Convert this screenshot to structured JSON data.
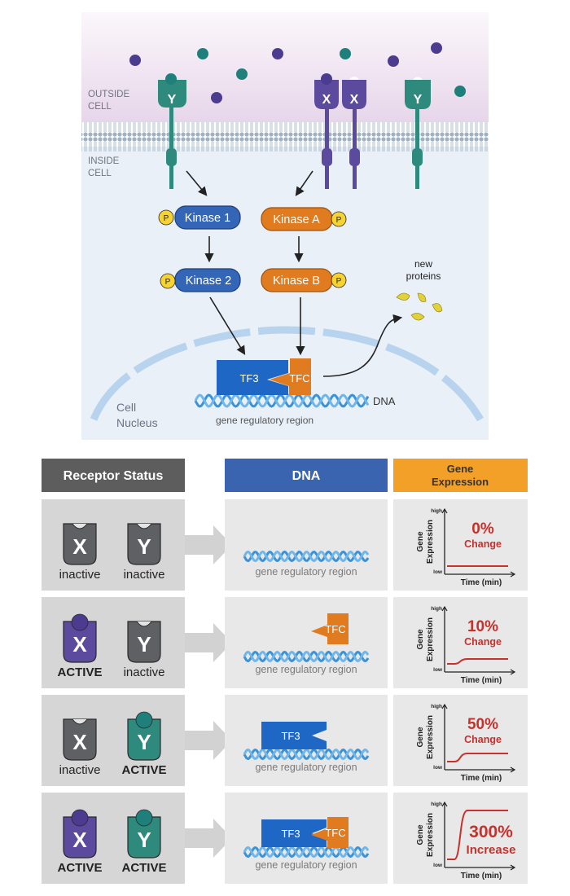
{
  "diagram": {
    "outside_cell": [
      "OUTSIDE",
      "CELL"
    ],
    "inside_cell": [
      "INSIDE",
      "CELL"
    ],
    "receptors": [
      "Y",
      "X",
      "X",
      "Y"
    ],
    "kinase1": "Kinase 1",
    "kinase2": "Kinase 2",
    "kinaseA": "Kinase A",
    "kinaseB": "Kinase B",
    "phospho": "P",
    "tf3": "TF3",
    "tfc": "TFC",
    "dna_label": "DNA",
    "regulatory": "gene regulatory region",
    "nucleus": [
      "Cell",
      "Nucleus"
    ],
    "new_proteins": [
      "new",
      "proteins"
    ]
  },
  "table": {
    "headers": {
      "receptor": "Receptor Status",
      "dna": "DNA",
      "gene": [
        "Gene",
        "Expression"
      ]
    },
    "graph_labels": {
      "high": "high",
      "low": "low",
      "ylabel": [
        "Gene",
        "Expression"
      ],
      "xlabel": "Time (min)"
    },
    "rows": [
      {
        "x_label": "X",
        "x_state": "inactive",
        "y_label": "Y",
        "y_state": "inactive",
        "tf3": "",
        "tfc": "",
        "region": "gene regulatory region",
        "pct": "0%",
        "word": "Change",
        "level": 0.0
      },
      {
        "x_label": "X",
        "x_state": "ACTIVE",
        "y_label": "Y",
        "y_state": "inactive",
        "tf3": "",
        "tfc": "TFC",
        "region": "gene regulatory region",
        "pct": "10%",
        "word": "Change",
        "level": 0.1
      },
      {
        "x_label": "X",
        "x_state": "inactive",
        "y_label": "Y",
        "y_state": "ACTIVE",
        "tf3": "TF3",
        "tfc": "",
        "region": "gene regulatory region",
        "pct": "50%",
        "word": "Change",
        "level": 0.5
      },
      {
        "x_label": "X",
        "x_state": "ACTIVE",
        "y_label": "Y",
        "y_state": "ACTIVE",
        "tf3": "TF3",
        "tfc": "TFC",
        "region": "gene regulatory region",
        "pct": "300%",
        "word": "Increase",
        "level": 3.0
      }
    ]
  },
  "colors": {
    "x_active": "#5b4a9e",
    "y_active": "#2f8a7e",
    "inactive": "#5e6063",
    "kinase_blue": "#3466b8",
    "kinase_orange": "#e07b1f",
    "dna": "#3a93d8",
    "red": "#c8312b",
    "header_gray": "#5d5d5d",
    "header_blue": "#3a63b0",
    "header_orange": "#f2a027"
  }
}
